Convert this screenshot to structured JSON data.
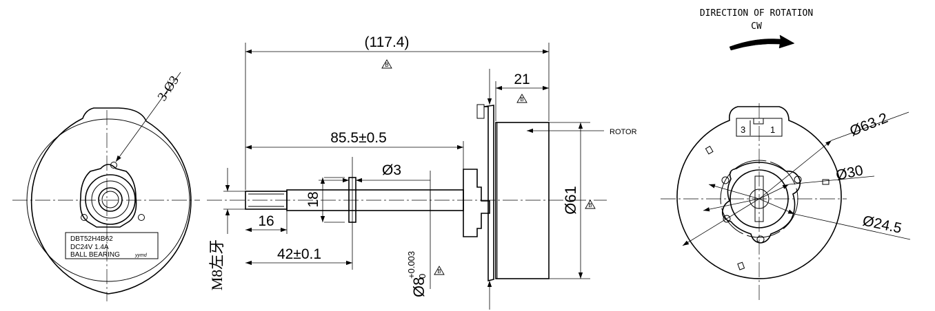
{
  "rotation": {
    "title": "DIRECTION OF ROTATION",
    "direction": "CW"
  },
  "front_view": {
    "hole_spec": "3-Ø3",
    "nameplate": {
      "line1": "DBT52H4B62",
      "line2": "DC24V  1.4A",
      "line3": "BALL BEARING",
      "logo": "yymd"
    }
  },
  "side_view": {
    "overall_length": "(117.4)",
    "shaft_length": "85.5±0.5",
    "rotor_width": "21",
    "pin_offset": "18",
    "pin_dia": "Ø3",
    "rotor_dia": "Ø61",
    "thread_length": "16",
    "pin_position": "42±0.1",
    "thread_spec": "M8左牙",
    "shaft_dia": "Ø8",
    "shaft_tol_upper": "+0.003",
    "shaft_tol_lower": "0",
    "rotor_label": "ROTOR",
    "marker": "B"
  },
  "rear_view": {
    "dia_outer": "Ø63.2",
    "dia_mid": "Ø30",
    "dia_inner": "Ø24.5",
    "conn_pin_left": "3",
    "conn_pin_right": "1"
  }
}
